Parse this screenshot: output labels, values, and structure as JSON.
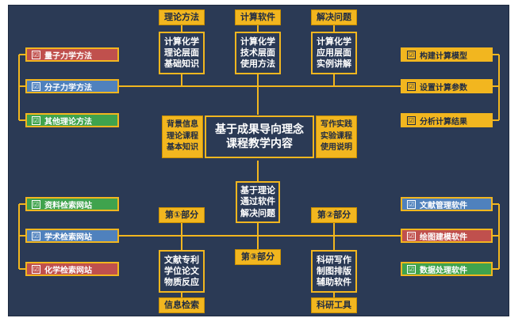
{
  "center": {
    "title": "基于成果导向理念\n课程教学内容"
  },
  "top": {
    "theory": {
      "header": "理论方法",
      "body": "计算化学\n理论层面\n基础知识"
    },
    "software": {
      "header": "计算软件",
      "body": "计算化学\n技术层面\n使用方法"
    },
    "problem": {
      "header": "解决问题",
      "body": "计算化学\n应用层面\n实例讲解"
    }
  },
  "center_left": "背景信息\n理论课程\n基本知识",
  "center_right": "写作实践\n实验课程\n使用说明",
  "center_bottom": "基于理论\n通过软件\n解决问题",
  "left_top": [
    {
      "label": "量子力学方法",
      "color": "#c0504d"
    },
    {
      "label": "分子力学方法",
      "color": "#4f81bd"
    },
    {
      "label": "其他理论方法",
      "color": "#3fa34d"
    }
  ],
  "right_top": [
    {
      "label": "构建计算模型",
      "color": "#f2b61f"
    },
    {
      "label": "设置计算参数",
      "color": "#f2b61f"
    },
    {
      "label": "分析计算结果",
      "color": "#f2b61f"
    }
  ],
  "left_bottom": [
    {
      "label": "资料检索网站",
      "color": "#3fa34d"
    },
    {
      "label": "学术检索网站",
      "color": "#4f81bd"
    },
    {
      "label": "化学检索网站",
      "color": "#c0504d"
    }
  ],
  "right_bottom": [
    {
      "label": "文献管理软件",
      "color": "#4f81bd"
    },
    {
      "label": "绘图建模软件",
      "color": "#c0504d"
    },
    {
      "label": "数据处理软件",
      "color": "#3fa34d"
    }
  ],
  "parts": {
    "part1": "第①部分",
    "part2": "第②部分",
    "part3": "第③部分"
  },
  "bottom": {
    "search": {
      "header": "信息检索",
      "body": "文献专利\n学位论文\n物质反应"
    },
    "tools": {
      "header": "科研工具",
      "body": "科研写作\n制图排版\n辅助软件"
    }
  },
  "checkbox_glyph": "☑"
}
